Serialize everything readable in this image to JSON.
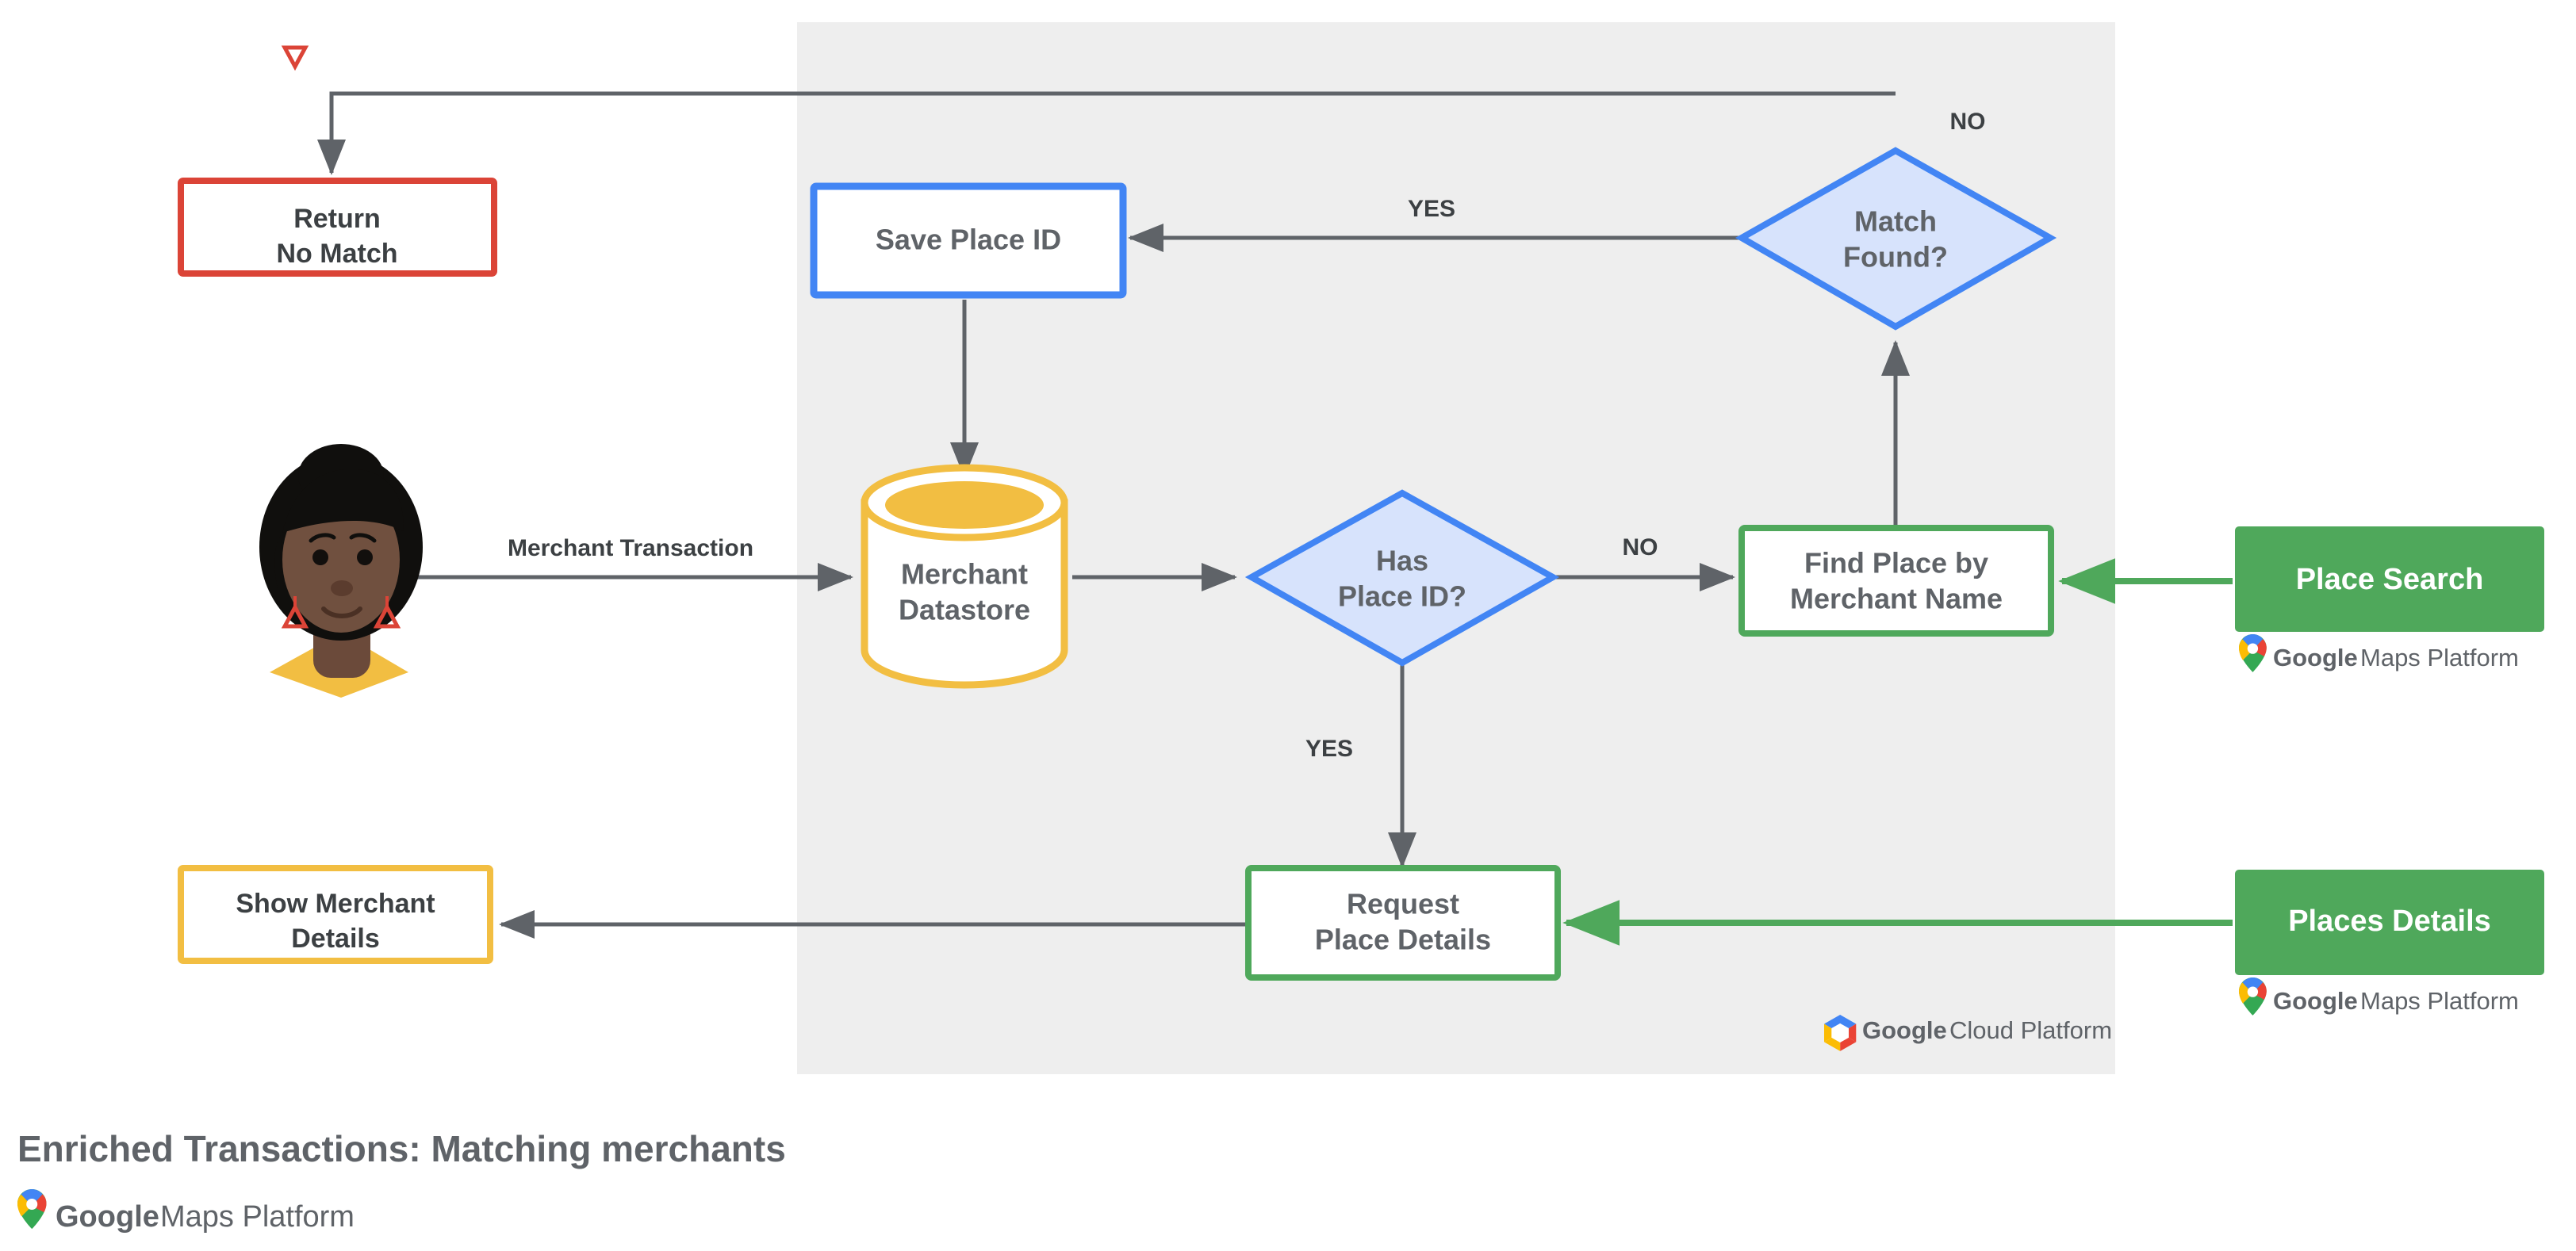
{
  "diagram": {
    "title": "Enriched Transactions: Matching merchants",
    "panel": {
      "name": "google-cloud-platform-panel",
      "background": "#eeeeee"
    },
    "colors": {
      "blue": "#4285F4",
      "blue_fill": "#D7E3FC",
      "green": "#4FA85B",
      "yellow": "#F2BE42",
      "red": "#DB4437",
      "gray_line": "#5f6368",
      "text": "#5f6368",
      "panel_bg": "#eeeeee",
      "white": "#ffffff"
    },
    "nodes": [
      {
        "id": "return-no-match",
        "shape": "rect",
        "style": "red-outline",
        "lines": [
          "Return",
          "No Match"
        ]
      },
      {
        "id": "save-place-id",
        "shape": "rect",
        "style": "blue-outline",
        "lines": [
          "Save Place ID"
        ]
      },
      {
        "id": "match-found",
        "shape": "diamond",
        "style": "blue-fill",
        "lines": [
          "Match",
          "Found?"
        ]
      },
      {
        "id": "merchant-datastore",
        "shape": "cylinder",
        "style": "yellow-outline",
        "lines": [
          "Merchant",
          "Datastore"
        ]
      },
      {
        "id": "has-place-id",
        "shape": "diamond",
        "style": "blue-fill",
        "lines": [
          "Has",
          "Place ID?"
        ]
      },
      {
        "id": "find-place-by-merchant-name",
        "shape": "rect",
        "style": "green-outline",
        "lines": [
          "Find Place by",
          "Merchant Name"
        ]
      },
      {
        "id": "place-search",
        "shape": "rect",
        "style": "green-solid",
        "lines": [
          "Place Search"
        ],
        "caption": "Google Maps Platform"
      },
      {
        "id": "request-place-details",
        "shape": "rect",
        "style": "green-outline",
        "lines": [
          "Request",
          "Place Details"
        ]
      },
      {
        "id": "places-details",
        "shape": "rect",
        "style": "green-solid",
        "lines": [
          "Places Details"
        ],
        "caption": "Google Maps Platform"
      },
      {
        "id": "show-merchant-details",
        "shape": "rect",
        "style": "yellow-outline",
        "lines": [
          "Show Merchant",
          "Details"
        ]
      },
      {
        "id": "merchant-avatar",
        "shape": "avatar",
        "lines": []
      }
    ],
    "edge_labels": {
      "merchant_transaction": "Merchant Transaction",
      "has_place_id_no": "NO",
      "has_place_id_yes": "YES",
      "match_found_yes": "YES",
      "match_found_no": "NO"
    },
    "logos": {
      "maps_platform_google": "Google",
      "maps_platform_rest": "Maps Platform",
      "cloud_platform_google": "Google",
      "cloud_platform_rest": "Cloud Platform"
    }
  }
}
